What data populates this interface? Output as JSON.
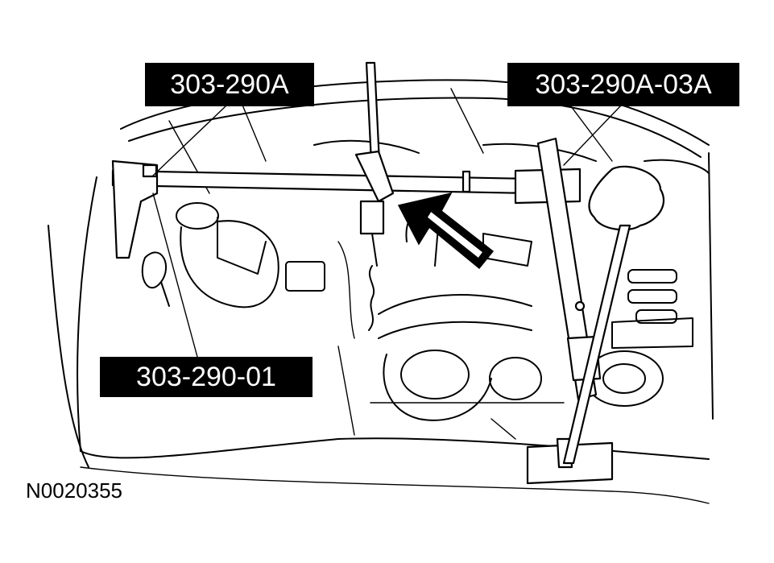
{
  "callouts": [
    {
      "id": "c1",
      "label": "303-290A"
    },
    {
      "id": "c2",
      "label": "303-290A-03A"
    },
    {
      "id": "c3",
      "label": "303-290-01"
    }
  ],
  "figure_ref": "N0020355",
  "colors": {
    "ink": "#000000",
    "paper": "#ffffff"
  }
}
